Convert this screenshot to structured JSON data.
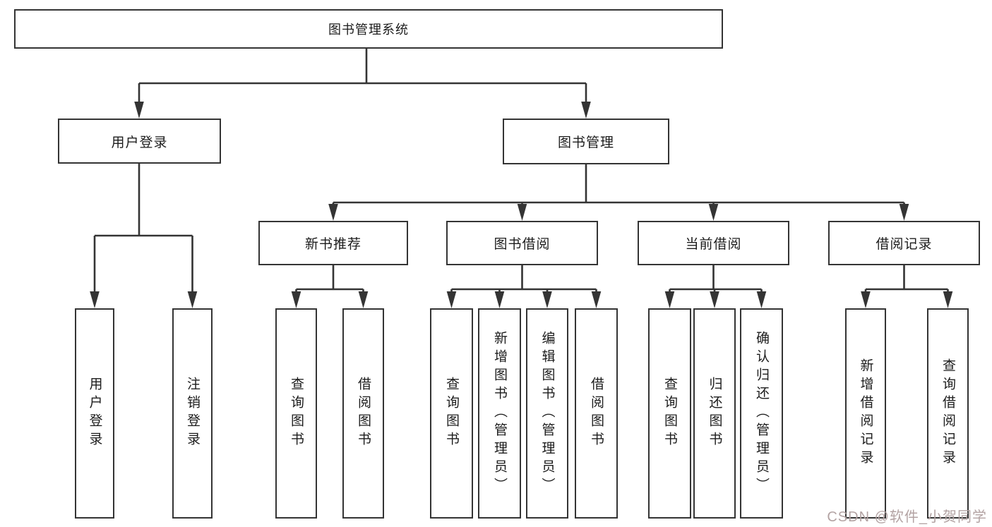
{
  "tree": {
    "label": "图书管理系统",
    "children": [
      {
        "label": "用户登录",
        "children": [
          {
            "label": "用户登录"
          },
          {
            "label": "注销登录"
          }
        ]
      },
      {
        "label": "图书管理",
        "children": [
          {
            "label": "新书推荐",
            "children": [
              {
                "label": "查询图书"
              },
              {
                "label": "借阅图书"
              }
            ]
          },
          {
            "label": "图书借阅",
            "children": [
              {
                "label": "查询图书"
              },
              {
                "label": "新增图书（管理员）"
              },
              {
                "label": "编辑图书（管理员）"
              },
              {
                "label": "借阅图书"
              }
            ]
          },
          {
            "label": "当前借阅",
            "children": [
              {
                "label": "查询图书"
              },
              {
                "label": "归还图书"
              },
              {
                "label": "确认归还（管理员）"
              }
            ]
          },
          {
            "label": "借阅记录",
            "children": [
              {
                "label": "新增借阅记录"
              },
              {
                "label": "查询借阅记录"
              }
            ]
          }
        ]
      }
    ]
  },
  "watermark": "CSDN @软件_小贺同学",
  "colors": {
    "line": "#343434",
    "text": "#1c1c1c",
    "watermark": "#b3a3a3",
    "background": "#ffffff"
  }
}
